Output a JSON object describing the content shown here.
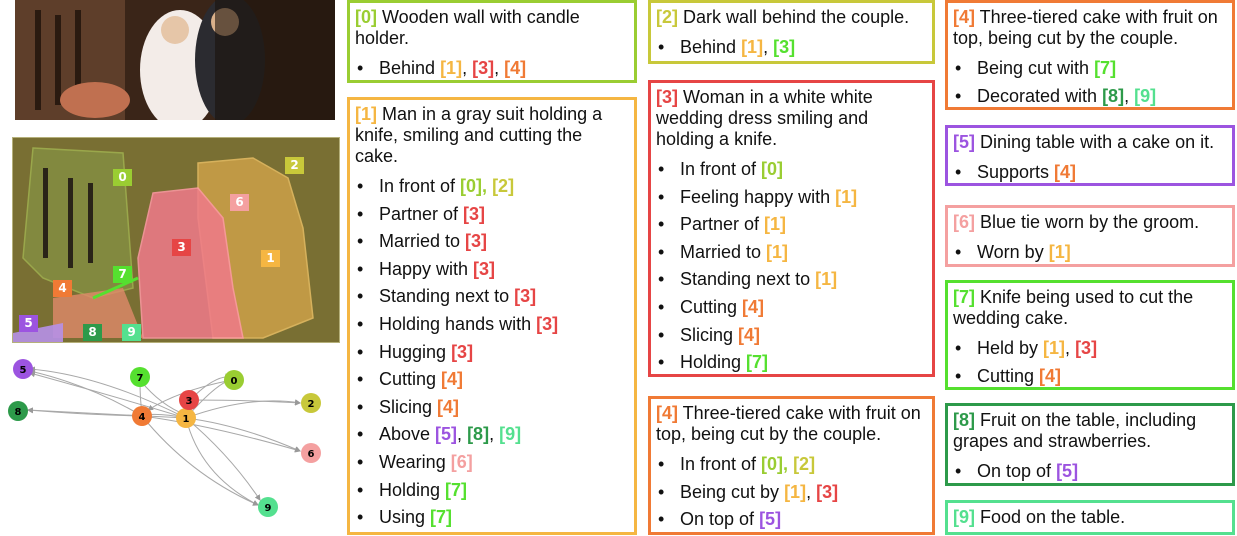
{
  "colors": {
    "0": "#9acd32",
    "1": "#f5b642",
    "2": "#c8c83a",
    "3": "#e64545",
    "4": "#f07a35",
    "5": "#9c54e0",
    "6": "#f4a0a0",
    "7": "#55e02f",
    "8": "#2d9a4a",
    "9": "#54e08f"
  },
  "seg_labels": [
    "0",
    "1",
    "2",
    "3",
    "4",
    "5",
    "6",
    "7",
    "8",
    "9"
  ],
  "graph_nodes": [
    "0",
    "1",
    "2",
    "3",
    "4",
    "5",
    "6",
    "7",
    "8",
    "9"
  ],
  "boxes": {
    "b0": {
      "ref": "[0]",
      "title": " Wooden wall with candle holder.",
      "items": [
        {
          "text": "Behind ",
          "refs": [
            [
              "[1]",
              "1"
            ],
            [
              ", ",
              ""
            ],
            [
              "[3]",
              "3"
            ],
            [
              ", ",
              ""
            ],
            [
              "[4]",
              "4"
            ]
          ]
        }
      ]
    },
    "b1": {
      "ref": "[1]",
      "title": " Man in a gray suit holding a knife, smiling and cutting the cake.",
      "items": [
        {
          "text": "In front of ",
          "refs": [
            [
              "[0]",
              "0"
            ],
            [
              ", ",
              "0"
            ],
            [
              "[2]",
              "2"
            ]
          ]
        },
        {
          "text": "Partner of ",
          "refs": [
            [
              "[3]",
              "3"
            ]
          ]
        },
        {
          "text": "Married to ",
          "refs": [
            [
              "[3]",
              "3"
            ]
          ]
        },
        {
          "text": "Happy with ",
          "refs": [
            [
              "[3]",
              "3"
            ]
          ]
        },
        {
          "text": "Standing next to ",
          "refs": [
            [
              "[3]",
              "3"
            ]
          ]
        },
        {
          "text": "Holding hands with ",
          "refs": [
            [
              "[3]",
              "3"
            ]
          ]
        },
        {
          "text": "Hugging ",
          "refs": [
            [
              "[3]",
              "3"
            ]
          ]
        },
        {
          "text": "Cutting ",
          "refs": [
            [
              "[4]",
              "4"
            ]
          ]
        },
        {
          "text": "Slicing ",
          "refs": [
            [
              "[4]",
              "4"
            ]
          ]
        },
        {
          "text": "Above ",
          "refs": [
            [
              "[5]",
              "5"
            ],
            [
              ", ",
              ""
            ],
            [
              "[8]",
              "8"
            ],
            [
              ", ",
              ""
            ],
            [
              "[9]",
              "9"
            ]
          ]
        },
        {
          "text": "Wearing ",
          "refs": [
            [
              "[6]",
              "6"
            ]
          ]
        },
        {
          "text": "Holding ",
          "refs": [
            [
              "[7]",
              "7"
            ]
          ]
        },
        {
          "text": "Using ",
          "refs": [
            [
              "[7]",
              "7"
            ]
          ]
        }
      ]
    },
    "b2": {
      "ref": "[2]",
      "title": " Dark wall behind the couple.",
      "items": [
        {
          "text": "Behind ",
          "refs": [
            [
              "[1]",
              "1"
            ],
            [
              ", ",
              ""
            ],
            [
              "[3]",
              "7"
            ]
          ]
        }
      ]
    },
    "b3": {
      "ref": "[3]",
      "title": " Woman in a white white wedding dress smiling and holding a knife.",
      "items": [
        {
          "text": "In front of ",
          "refs": [
            [
              "[0]",
              "0"
            ]
          ]
        },
        {
          "text": "Feeling happy with ",
          "refs": [
            [
              "[1]",
              "1"
            ]
          ]
        },
        {
          "text": "Partner of ",
          "refs": [
            [
              "[1]",
              "1"
            ]
          ]
        },
        {
          "text": "Married to ",
          "refs": [
            [
              "[1]",
              "1"
            ]
          ]
        },
        {
          "text": "Standing next to ",
          "refs": [
            [
              "[1]",
              "1"
            ]
          ]
        },
        {
          "text": "Cutting ",
          "refs": [
            [
              "[4]",
              "4"
            ]
          ]
        },
        {
          "text": "Slicing ",
          "refs": [
            [
              "[4]",
              "4"
            ]
          ]
        },
        {
          "text": "Holding ",
          "refs": [
            [
              "[7]",
              "7"
            ]
          ]
        }
      ]
    },
    "b4a": {
      "ref": "[4]",
      "title": " Three-tiered cake with fruit on top, being cut by the couple.",
      "items": [
        {
          "text": "In front of ",
          "refs": [
            [
              "[0]",
              "0"
            ],
            [
              ", ",
              "0"
            ],
            [
              "[2]",
              "2"
            ]
          ]
        },
        {
          "text": "Being cut by ",
          "refs": [
            [
              "[1]",
              "1"
            ],
            [
              ", ",
              ""
            ],
            [
              "[3]",
              "3"
            ]
          ]
        },
        {
          "text": "On top of ",
          "refs": [
            [
              "[5]",
              "5"
            ]
          ]
        }
      ]
    },
    "b4b": {
      "ref": "[4]",
      "title": " Three-tiered cake with fruit on top, being cut by the couple.",
      "items": [
        {
          "text": "Being cut with ",
          "refs": [
            [
              "[7]",
              "7"
            ]
          ]
        },
        {
          "text": "Decorated with ",
          "refs": [
            [
              "[8]",
              "8"
            ],
            [
              ", ",
              ""
            ],
            [
              "[9]",
              "9"
            ]
          ]
        }
      ]
    },
    "b5": {
      "ref": "[5]",
      "title": " Dining table with a cake on it.",
      "items": [
        {
          "text": "Supports ",
          "refs": [
            [
              "[4]",
              "4"
            ]
          ]
        }
      ]
    },
    "b6": {
      "ref": "[6]",
      "title": " Blue tie worn by the groom.",
      "items": [
        {
          "text": "Worn by ",
          "refs": [
            [
              "[1]",
              "1"
            ]
          ]
        }
      ]
    },
    "b7": {
      "ref": "[7]",
      "title": " Knife being used to cut the wedding cake.",
      "items": [
        {
          "text": "Held by ",
          "refs": [
            [
              "[1]",
              "1"
            ],
            [
              ", ",
              ""
            ],
            [
              "[3]",
              "3"
            ]
          ]
        },
        {
          "text": "Cutting ",
          "refs": [
            [
              "[4]",
              "4"
            ]
          ]
        }
      ]
    },
    "b8": {
      "ref": "[8]",
      "title": " Fruit on the table, including grapes and strawberries.",
      "items": [
        {
          "text": "On top of ",
          "refs": [
            [
              "[5]",
              "5"
            ]
          ]
        }
      ]
    },
    "b9": {
      "ref": "[9]",
      "title": " Food on the table.",
      "items": []
    }
  }
}
